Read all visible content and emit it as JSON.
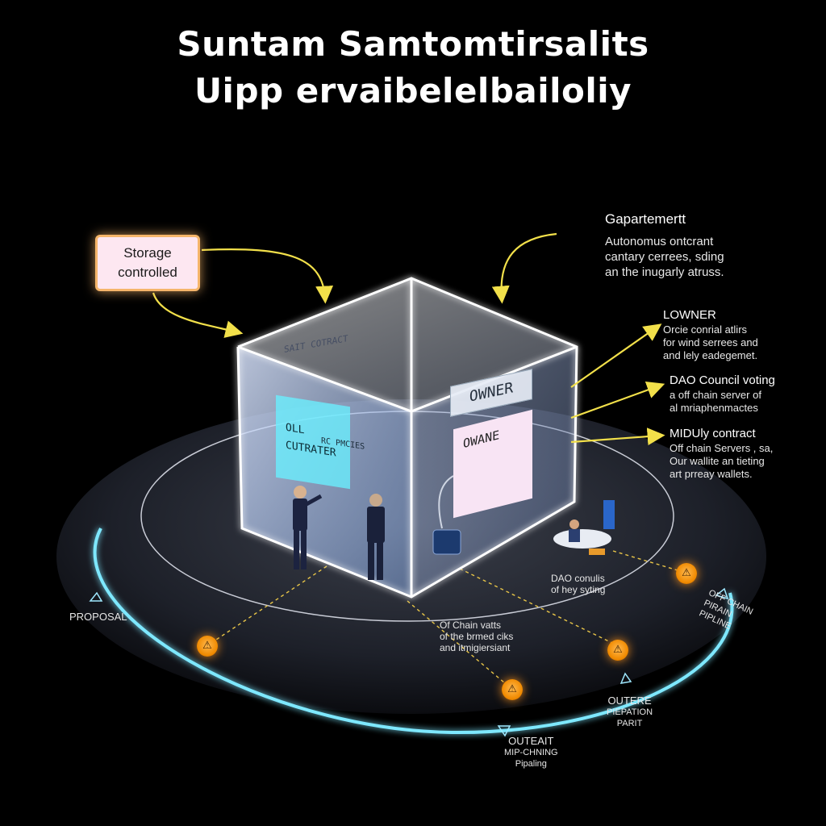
{
  "title": {
    "line1": "Suntam Samtomtirsalits",
    "line2": "Uipp ervaibelelbailoliy"
  },
  "storage": {
    "line1": "Storage",
    "line2": "controlled"
  },
  "cube": {
    "contract_text": "SAIT COTRACT",
    "left_panel": {
      "line1": "OLL",
      "line2": "CUTRATER",
      "side": "RC PMCIES"
    },
    "owner_label": "OWNER",
    "card": {
      "title": "OWANE"
    }
  },
  "notes": {
    "gapartement": {
      "heading": "Gapartemertt",
      "lines": [
        "Autonomus ontcrant",
        "cantary cerrees, sding",
        "an the inugarly atruss."
      ]
    },
    "lowner": {
      "heading": "LOWNER",
      "lines": [
        "Orcie conrial atlirs",
        "for wind serrees and",
        "and lely eadegemet."
      ]
    },
    "dao_council": {
      "heading": "DAO Council voting",
      "lines": [
        "a off chain server of",
        "al mriaphenmactes"
      ]
    },
    "midully": {
      "heading": "MIDUly contract",
      "lines": [
        "Off chain Servers , sa,",
        "Our wallite an tieting",
        "art prreay wallets."
      ]
    }
  },
  "bottom": {
    "proposal": "PROPOSAL",
    "dao_consults": [
      "DAO conulis",
      "of hey syting"
    ],
    "off_chain": [
      "Of Chain vatts",
      "of the brmed ciks",
      "and itmigiersiant"
    ],
    "outere": [
      "OUTERE",
      "PIEPATION",
      "PARIT"
    ],
    "outeait": [
      "OUTEAIT",
      "MIP-CHNING",
      "Pipaling"
    ],
    "ring_label": [
      "OFF CHAIN",
      "PIRAIN",
      "PIPLINE"
    ]
  },
  "colors": {
    "background": "#000000",
    "arrow": "#f2e04a",
    "ring": "#7ee8ff",
    "warning": "#f08a00",
    "cube_edge": "#ffffff"
  }
}
